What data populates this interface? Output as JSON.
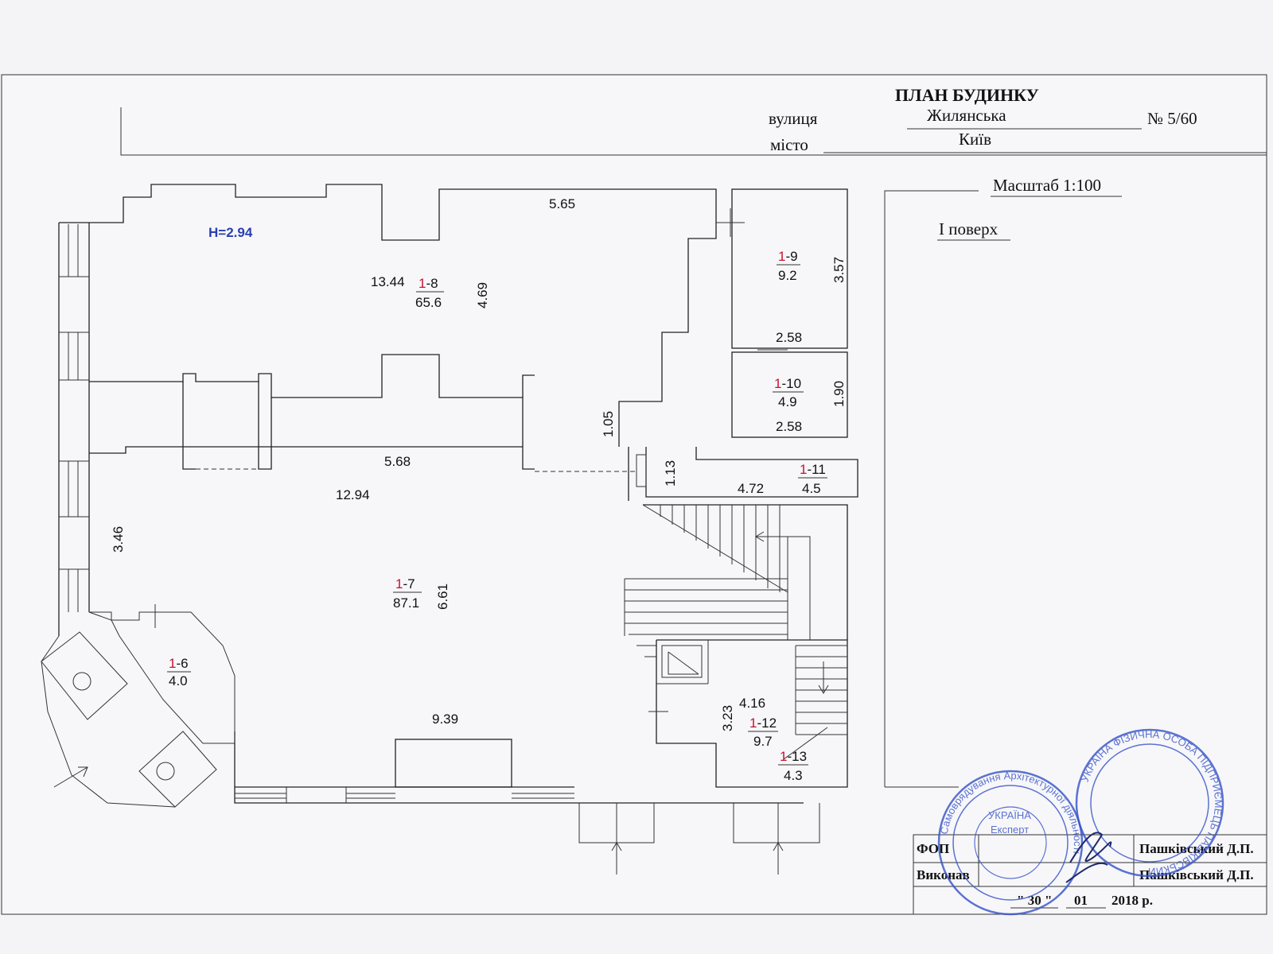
{
  "header": {
    "title": "ПЛАН БУДИНКУ",
    "street_label": "вулиця",
    "street_value": "Жилянська",
    "number": "№ 5/60",
    "city_label": "місто",
    "city_value": "Київ",
    "scale": "Масштаб 1:100",
    "floor": "I поверх"
  },
  "height_label": "H=2.94",
  "rooms": [
    {
      "num": "1",
      "id": "-8",
      "area": "65.6"
    },
    {
      "num": "1",
      "id": "-9",
      "area": "9.2"
    },
    {
      "num": "1",
      "id": "-10",
      "area": "4.9"
    },
    {
      "num": "1",
      "id": "-11",
      "area": "4.5"
    },
    {
      "num": "1",
      "id": "-7",
      "area": "87.1"
    },
    {
      "num": "1",
      "id": "-6",
      "area": "4.0"
    },
    {
      "num": "1",
      "id": "-12",
      "area": "9.7"
    },
    {
      "num": "1",
      "id": "-13",
      "area": "4.3"
    }
  ],
  "dimensions": {
    "d565": "5.65",
    "d1344": "13.44",
    "d469": "4.69",
    "d357": "3.57",
    "d258a": "2.58",
    "d190": "1.90",
    "d258b": "2.58",
    "d105": "1.05",
    "d568": "5.68",
    "d113": "1.13",
    "d472": "4.72",
    "d1294": "12.94",
    "d346": "3.46",
    "d661": "6.61",
    "d939": "9.39",
    "d416": "4.16",
    "d323": "3.23"
  },
  "title_block": {
    "row1_label": "ФОП",
    "row1_value": "Пашківський Д.П.",
    "row2_label": "Виконав",
    "row2_value": "Пашківський Д.П.",
    "date_day": "\" 30 \"",
    "date_month": "01",
    "date_year": "2018 р."
  },
  "stamps": {
    "left_ring": "Самоврядування Архітектурної діяльності",
    "left_center": "УКРАЇНА",
    "left_inner": "Експерт",
    "right_ring": "УКРАЇНА ФІЗИЧНА ОСОБА ПІДПРИЄМЕЦЬ ПАШКІВСЬКИЙ",
    "colors": {
      "ink": "#3a55c9"
    }
  }
}
